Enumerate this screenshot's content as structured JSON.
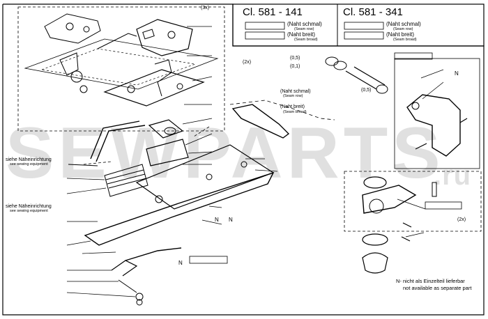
{
  "header": {
    "class_141": "Cl. 581 - 141",
    "class_341": "Cl. 581 - 341",
    "seam_narrow_de": "(Naht schmal)",
    "seam_narrow_en": "(Seam row)",
    "seam_broad_de": "(Naht breit)",
    "seam_broad_en": "(Seam broad)"
  },
  "labels": {
    "qty_3x": "(3x)",
    "qty_2x_top": "(2x)",
    "qty_2x_bottom": "(2x)",
    "shim_1": "(0,5)",
    "shim_2": "(0,1)",
    "shim_3": "(0,5)",
    "marker_n": "N"
  },
  "callouts": {
    "seam_narrow_de": "(Naht schmal)",
    "seam_narrow_en": "(Seam row)",
    "seam_broad_de": "(Naht breit)",
    "seam_broad_en": "(Seam broad)"
  },
  "notes": {
    "see_sewing_de": "siehe Näheinrichtung",
    "see_sewing_en": "see sewing equipment",
    "not_available_de": "N- nicht als Einzelteil lieferbar",
    "not_available_en": "not available as separate part"
  },
  "watermark": {
    "main": "SEWPARTS",
    "suffix": ".ru"
  }
}
